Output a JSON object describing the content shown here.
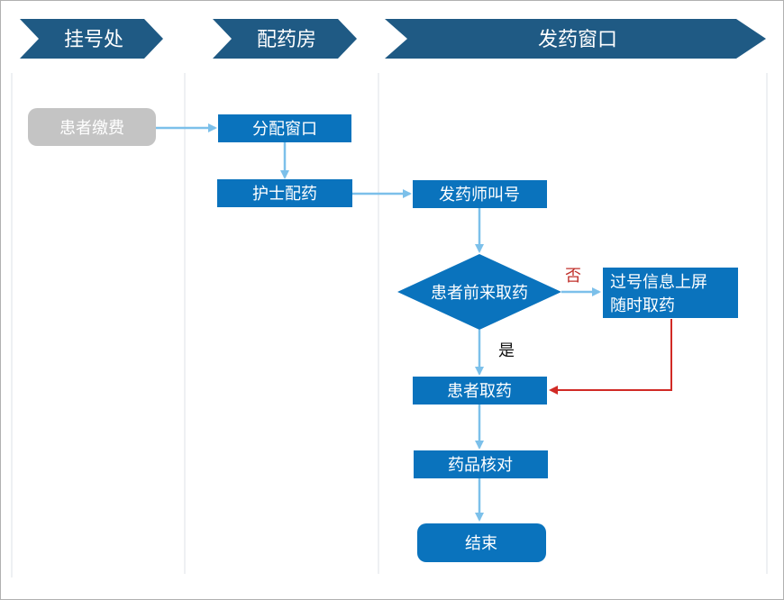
{
  "colors": {
    "header": "#1f5a84",
    "process": "#0a73bd",
    "start": "#c4c4c4",
    "connector": "#7cc0ea",
    "no_path": "#d12a25"
  },
  "lanes": [
    {
      "id": "registration",
      "title": "挂号处"
    },
    {
      "id": "dispensary",
      "title": "配药房"
    },
    {
      "id": "pharmacy-window",
      "title": "发药窗口"
    }
  ],
  "nodes": {
    "pay": {
      "label": "患者缴费",
      "shape": "rounded",
      "lane": "registration"
    },
    "assign": {
      "label": "分配窗口",
      "shape": "rect",
      "lane": "dispensary"
    },
    "nurse": {
      "label": "护士配药",
      "shape": "rect",
      "lane": "dispensary"
    },
    "call": {
      "label": "发药师叫号",
      "shape": "rect",
      "lane": "pharmacy-window"
    },
    "decision": {
      "label": "患者前来取药",
      "shape": "diamond",
      "lane": "pharmacy-window"
    },
    "missed_line1": {
      "label": "过号信息上屏"
    },
    "missed_line2": {
      "label": "随时取药"
    },
    "pickup": {
      "label": "患者取药",
      "shape": "rect",
      "lane": "pharmacy-window"
    },
    "verify": {
      "label": "药品核对",
      "shape": "rect",
      "lane": "pharmacy-window"
    },
    "end": {
      "label": "结束",
      "shape": "rounded",
      "lane": "pharmacy-window"
    }
  },
  "branch_labels": {
    "no": "否",
    "yes": "是"
  },
  "edges": [
    {
      "from": "pay",
      "to": "assign"
    },
    {
      "from": "assign",
      "to": "nurse"
    },
    {
      "from": "nurse",
      "to": "call"
    },
    {
      "from": "call",
      "to": "decision"
    },
    {
      "from": "decision",
      "to": "missed",
      "label": "否"
    },
    {
      "from": "decision",
      "to": "pickup",
      "label": "是"
    },
    {
      "from": "missed",
      "to": "pickup"
    },
    {
      "from": "pickup",
      "to": "verify"
    },
    {
      "from": "verify",
      "to": "end"
    }
  ]
}
